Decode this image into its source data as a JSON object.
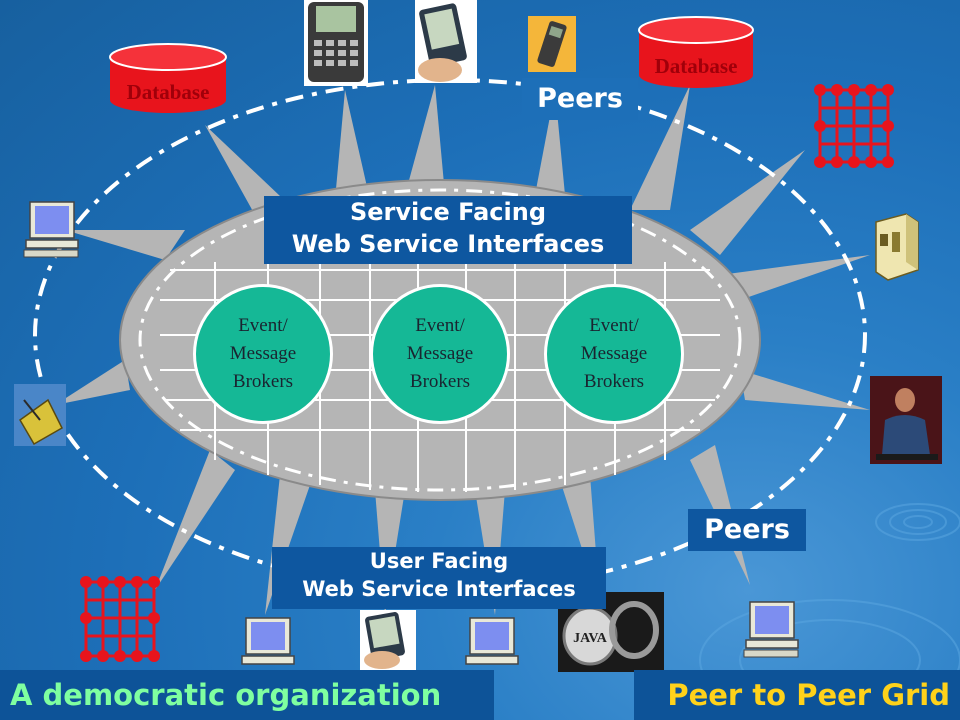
{
  "diagram": {
    "interfaces": {
      "service": {
        "line1": "Service Facing",
        "line2": "Web Service Interfaces"
      },
      "user": {
        "line1": "User Facing",
        "line2": "Web Service Interfaces"
      }
    },
    "peers_label": "Peers",
    "brokers": [
      "Event/\nMessage\nBrokers",
      "Event/\nMessage\nBrokers",
      "Event/\nMessage\nBrokers"
    ],
    "database_label": "Database",
    "banners": {
      "left": "A democratic organization",
      "right": "Peer to Peer Grid"
    }
  },
  "colors": {
    "background": "#1d6fb8",
    "core": "#b5b5b5",
    "broker": "#15b896",
    "interface_box": "#0e57a0",
    "banner_left_text": "#7fffa0",
    "banner_left_bg": "#0d5398",
    "banner_right_text": "#ffd21a",
    "banner_right_bg": "#0d5398",
    "database": "#e8141c"
  },
  "icons": [
    "database-icon",
    "pda-icon",
    "handheld-icon",
    "cellphone-icon",
    "grid-mesh-icon",
    "desktop-computer-icon",
    "server-icon",
    "satellite-icon",
    "person-photo-icon",
    "java-ring-icon"
  ]
}
